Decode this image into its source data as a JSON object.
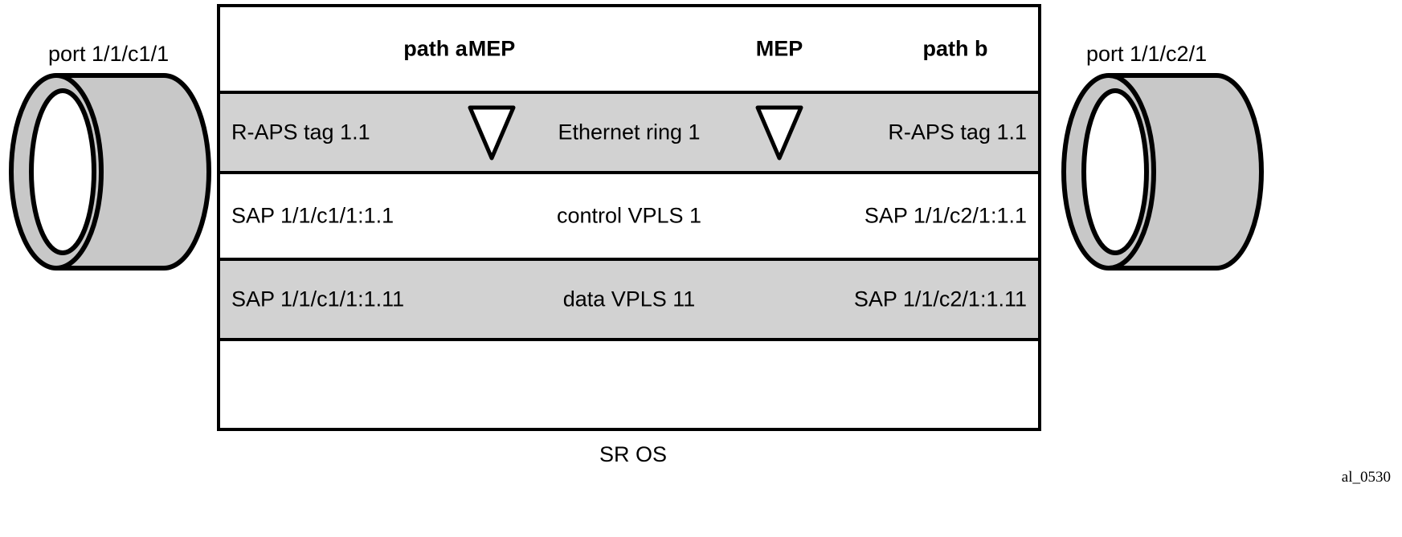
{
  "diagram": {
    "figure_id": "al_0530",
    "device_label": "SR OS",
    "colors": {
      "band_shaded": "#d2d2d2",
      "cylinder_body": "#c8c8c8",
      "cylinder_face": "#ffffff",
      "outline": "#000000",
      "background": "#ffffff"
    },
    "ports": {
      "left": "port 1/1/c1/1",
      "right": "port 1/1/c2/1"
    },
    "header": {
      "path_a": "path a",
      "mep_left": "MEP",
      "mep_right": "MEP",
      "path_b": "path b"
    },
    "rows": [
      {
        "name": "ethernet-ring",
        "shaded": true,
        "left": "R-APS tag 1.1",
        "middle": "Ethernet ring 1",
        "right": "R-APS tag 1.1",
        "has_mep": true
      },
      {
        "name": "control-vpls",
        "shaded": false,
        "left": "SAP 1/1/c1/1:1.1",
        "middle": "control VPLS 1",
        "right": "SAP 1/1/c2/1:1.1",
        "has_mep": false
      },
      {
        "name": "data-vpls",
        "shaded": true,
        "left": "SAP 1/1/c1/1:1.11",
        "middle": "data VPLS 11",
        "right": "SAP 1/1/c2/1:1.11",
        "has_mep": false
      }
    ]
  }
}
